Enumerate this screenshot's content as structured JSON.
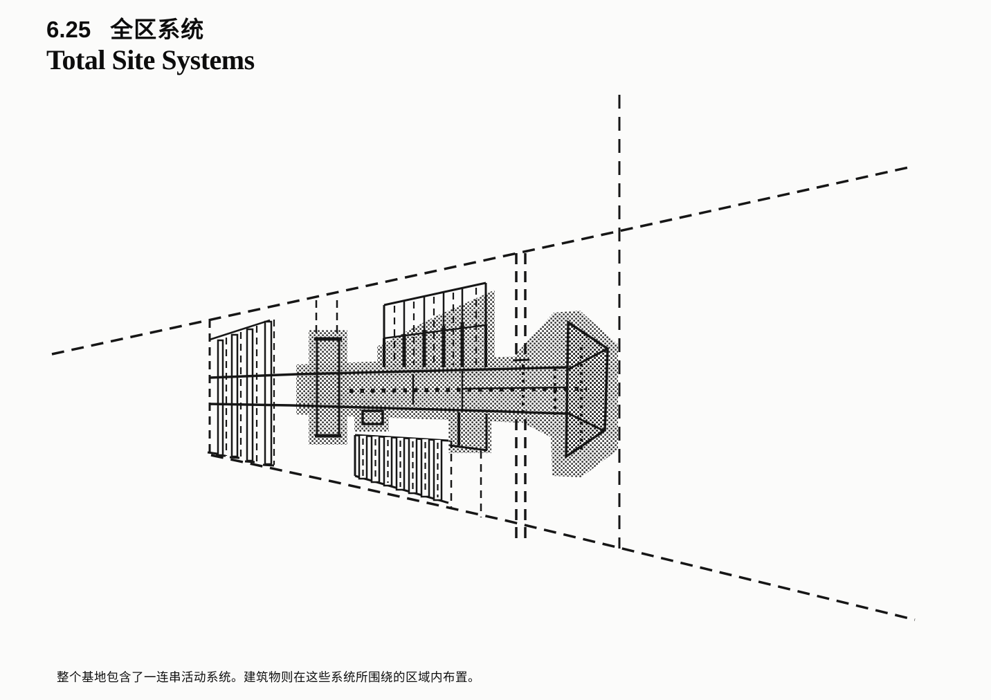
{
  "title": {
    "number": "6.25",
    "zh": "全区系统",
    "en": "Total Site Systems"
  },
  "caption": "整个基地包含了一连串活动系统。建筑物则在这些系统所围绕的区域内布置。",
  "diagram": {
    "description_label": "site-systems-perspective-sketch"
  },
  "colors": {
    "ink": "#161616",
    "paper": "#fbfbfa"
  }
}
